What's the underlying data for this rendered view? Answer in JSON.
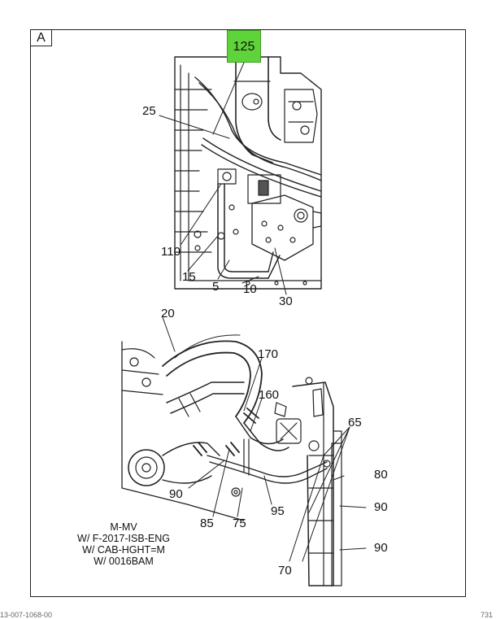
{
  "figure": {
    "view_label": "A",
    "highlight_callout": "125",
    "callouts": {
      "c25": "25",
      "c110": "110",
      "c15": "15",
      "c5": "5",
      "c10": "10",
      "c30": "30",
      "c20": "20",
      "c170": "170",
      "c160": "160",
      "c65": "65",
      "c80": "80",
      "c90_right_top": "90",
      "c90_right_bottom": "90",
      "c90_left": "90",
      "c85": "85",
      "c75": "75",
      "c95": "95",
      "c70": "70"
    },
    "applicability": [
      "M-MV",
      "W/ F-2017-ISB-ENG",
      "W/ CAB-HGHT=M",
      "W/ 0016BAM"
    ],
    "footer_left": "13-007-1068-00",
    "footer_right": "731"
  },
  "colors": {
    "highlight": "#5fd33a",
    "line": "#222222"
  }
}
